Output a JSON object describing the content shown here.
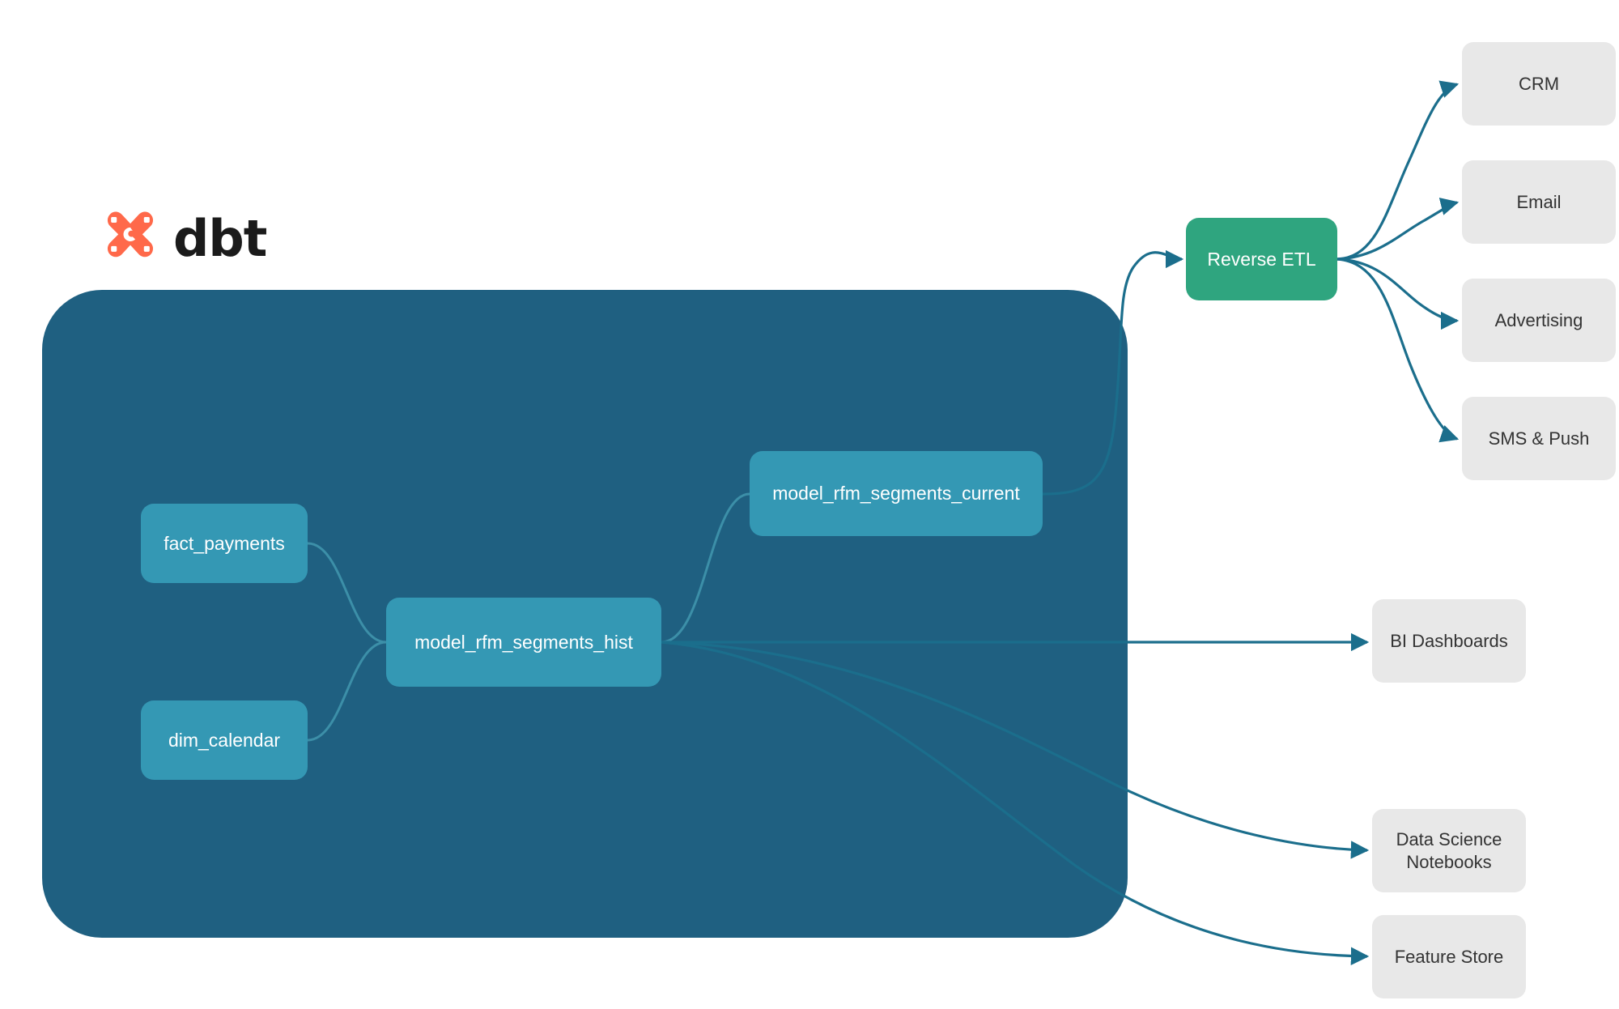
{
  "brand": {
    "logo_icon": "dbt-logo-icon",
    "wordmark": "dbt"
  },
  "colors": {
    "warehouse_bg": "#1F6081",
    "model_node": "#3498B4",
    "reverse_etl_node": "#2FA57F",
    "destination_node": "#E8E8E8",
    "edge_outer": "#1B6E8C",
    "edge_inner": "#3C8FA8",
    "node_text": "#FFFFFF",
    "destination_text": "#333333",
    "logo_mark": "#FF694A",
    "canvas_bg": "#FFFFFF"
  },
  "warehouse": {
    "name": "dbt-warehouse-container",
    "models": [
      {
        "id": "fact_payments",
        "label": "fact_payments"
      },
      {
        "id": "dim_calendar",
        "label": "dim_calendar"
      },
      {
        "id": "model_rfm_segments_hist",
        "label": "model_rfm_segments_hist"
      },
      {
        "id": "model_rfm_segments_current",
        "label": "model_rfm_segments_current"
      }
    ]
  },
  "activation": {
    "reverse_etl": {
      "label": "Reverse ETL"
    },
    "destinations": [
      {
        "id": "crm",
        "label": "CRM"
      },
      {
        "id": "email",
        "label": "Email"
      },
      {
        "id": "advertising",
        "label": "Advertising"
      },
      {
        "id": "sms_push",
        "label": "SMS & Push"
      }
    ]
  },
  "consumers": [
    {
      "id": "bi_dashboards",
      "label": "BI Dashboards"
    },
    {
      "id": "ds_notebooks",
      "label": "Data Science\nNotebooks",
      "line1": "Data Science",
      "line2": "Notebooks"
    },
    {
      "id": "feature_store",
      "label": "Feature Store"
    }
  ],
  "edges": [
    {
      "from": "fact_payments",
      "to": "model_rfm_segments_hist"
    },
    {
      "from": "dim_calendar",
      "to": "model_rfm_segments_hist"
    },
    {
      "from": "model_rfm_segments_hist",
      "to": "model_rfm_segments_current"
    },
    {
      "from": "model_rfm_segments_current",
      "to": "reverse_etl"
    },
    {
      "from": "reverse_etl",
      "to": "crm"
    },
    {
      "from": "reverse_etl",
      "to": "email"
    },
    {
      "from": "reverse_etl",
      "to": "advertising"
    },
    {
      "from": "reverse_etl",
      "to": "sms_push"
    },
    {
      "from": "model_rfm_segments_hist",
      "to": "bi_dashboards"
    },
    {
      "from": "model_rfm_segments_hist",
      "to": "ds_notebooks"
    },
    {
      "from": "model_rfm_segments_hist",
      "to": "feature_store"
    }
  ]
}
